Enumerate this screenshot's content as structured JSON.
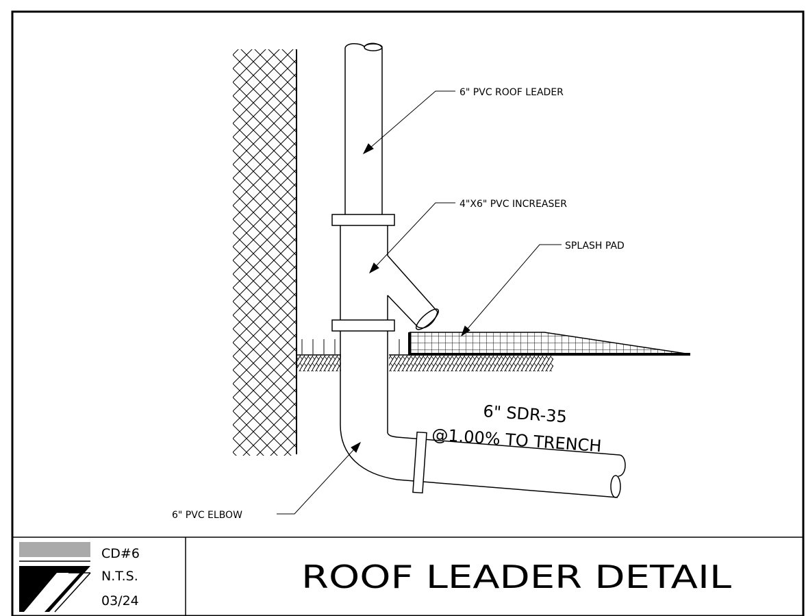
{
  "labels": {
    "roof_leader": "6\" PVC ROOF LEADER",
    "increaser": "4\"X6\" PVC INCREASER",
    "splash_pad": "SPLASH PAD",
    "elbow": "6\" PVC ELBOW",
    "pipe_size": "6\" SDR-35",
    "pipe_slope": "@1.00% TO TRENCH"
  },
  "title_block": {
    "detail_number": "CD#6",
    "scale": "N.T.S.",
    "date": "03/24",
    "title": "ROOF LEADER DETAIL"
  }
}
